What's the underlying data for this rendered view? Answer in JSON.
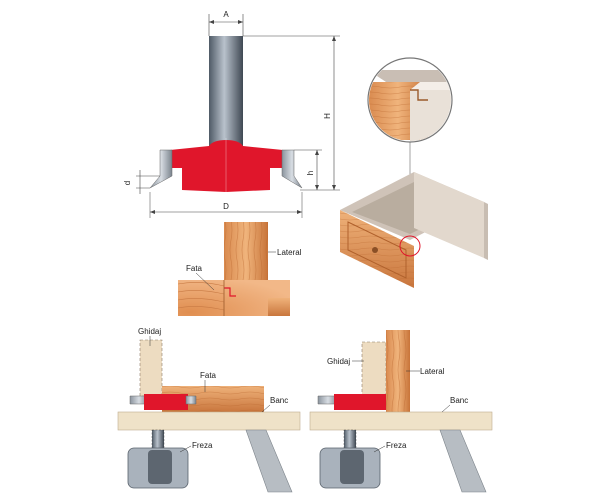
{
  "dimensions": {
    "a": "A",
    "h_total": "H",
    "h": "h",
    "d_small": "d",
    "d_big": "D"
  },
  "labels": {
    "lateral_top": "Lateral",
    "fata_top": "Fata",
    "ghidaj_left": "Ghidaj",
    "fata_left": "Fata",
    "banc_left": "Banc",
    "freza_left": "Freza",
    "ghidaj_right": "Ghidaj",
    "lateral_right": "Lateral",
    "banc_right": "Banc",
    "freza_right": "Freza"
  },
  "colors": {
    "cutter_red": "#e0162b",
    "shank_grey": "#6f7a86",
    "wood_light": "#e8a36a",
    "wood_dark": "#c8763f",
    "bench": "#efe2c8",
    "guide": "#eddcc1",
    "drawer_inside": "#c9beb4"
  }
}
